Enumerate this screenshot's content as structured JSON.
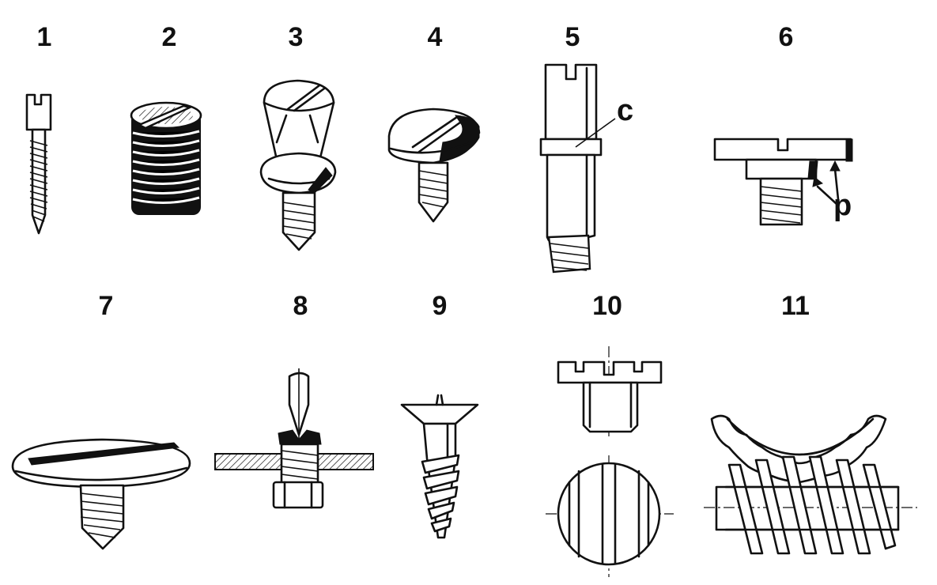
{
  "figures": [
    {
      "number": "1"
    },
    {
      "number": "2"
    },
    {
      "number": "3"
    },
    {
      "number": "4"
    },
    {
      "number": "5",
      "callout": "c"
    },
    {
      "number": "6",
      "callout": "p"
    },
    {
      "number": "7"
    },
    {
      "number": "8"
    },
    {
      "number": "9"
    },
    {
      "number": "10"
    },
    {
      "number": "11"
    }
  ]
}
